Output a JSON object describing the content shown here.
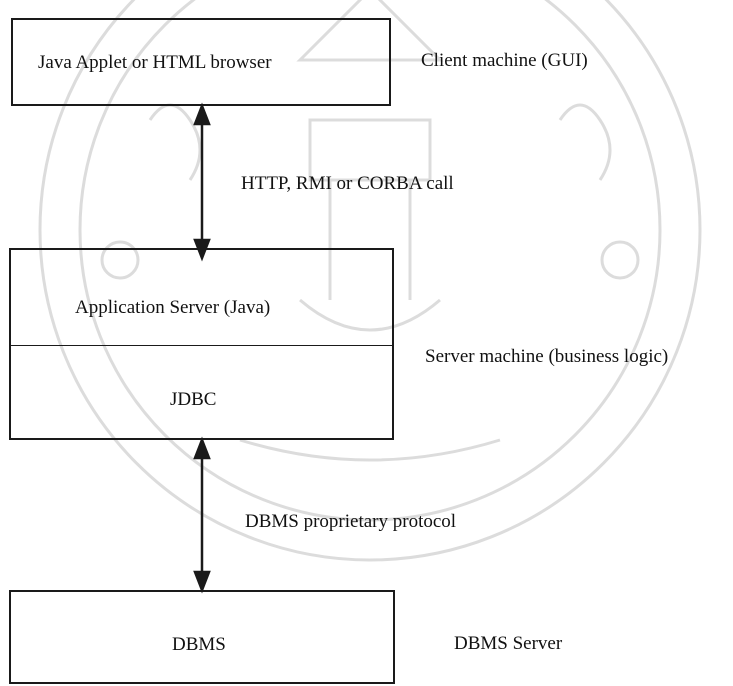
{
  "diagram": {
    "client_box": {
      "label": "Java Applet or HTML browser"
    },
    "client_caption": "Client machine (GUI)",
    "link_client_server": "HTTP, RMI or CORBA call",
    "server_box": {
      "top_label": "Application Server (Java)",
      "bottom_label": "JDBC"
    },
    "server_caption": "Server machine (business logic)",
    "link_server_db": "DBMS proprietary protocol",
    "db_box": {
      "label": "DBMS"
    },
    "db_caption": "DBMS Server"
  },
  "colors": {
    "line": "#1a1a1a",
    "watermark": "#d8d8d8"
  }
}
